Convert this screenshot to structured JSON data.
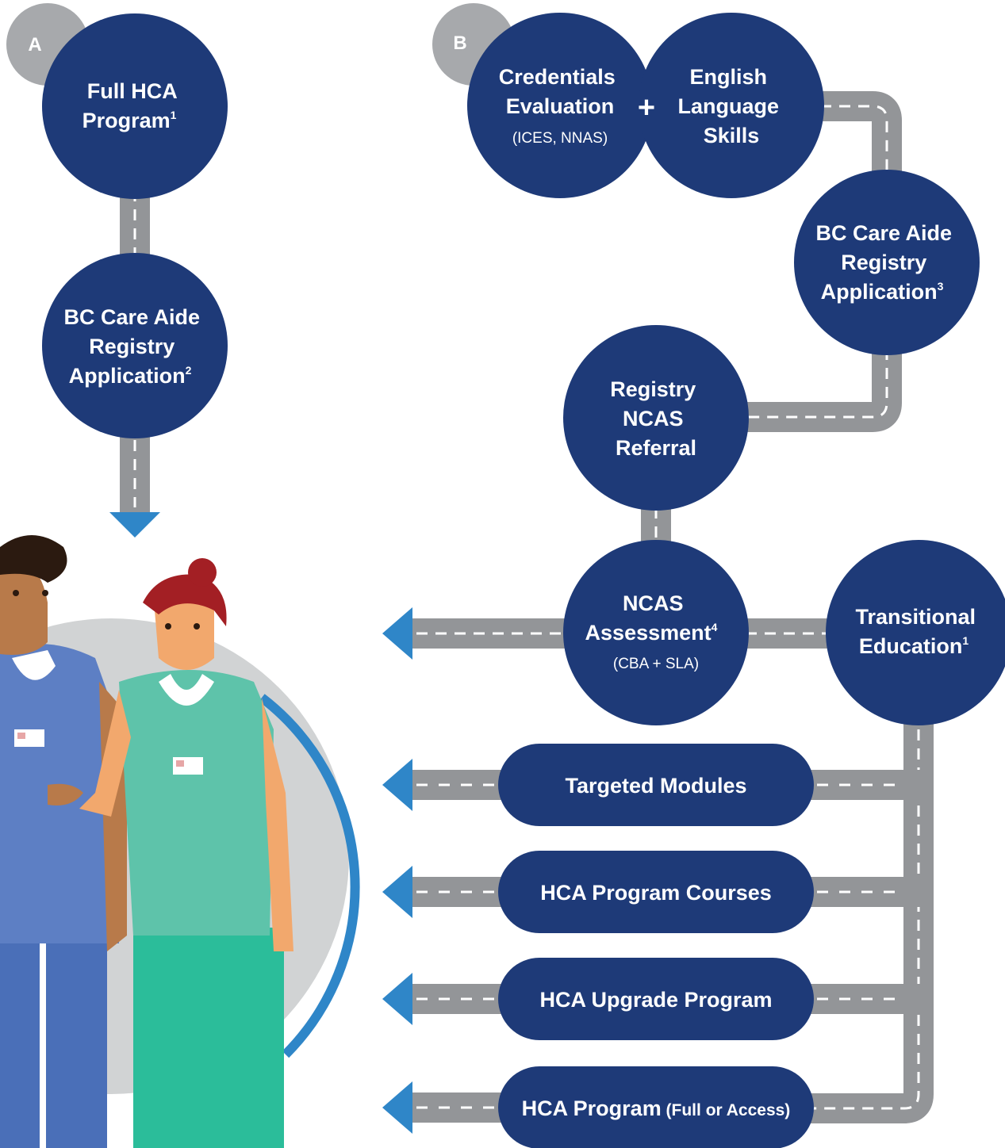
{
  "colors": {
    "navy": "#1e3a78",
    "road": "#939598",
    "arrow": "#2f86c8",
    "badge": "#a7a9ac",
    "white": "#ffffff"
  },
  "pathway_a": {
    "badge": "A",
    "full_hca": {
      "line1": "Full HCA",
      "line2": "Program",
      "sup": "1"
    },
    "registry": {
      "line1": "BC Care Aide",
      "line2": "Registry",
      "line3": "Application",
      "sup": "2"
    }
  },
  "pathway_b": {
    "badge": "B",
    "credentials": {
      "line1": "Credentials",
      "line2": "Evaluation",
      "sub": "(ICES, NNAS)"
    },
    "plus": "+",
    "english": {
      "line1": "English",
      "line2": "Language",
      "line3": "Skills"
    },
    "registry": {
      "line1": "BC Care Aide",
      "line2": "Registry",
      "line3": "Application",
      "sup": "3"
    },
    "referral": {
      "line1": "Registry",
      "line2": "NCAS",
      "line3": "Referral"
    },
    "ncas": {
      "line1": "NCAS",
      "line2": "Assessment",
      "sup": "4",
      "sub": "(CBA + SLA)"
    },
    "transitional": {
      "line1": "Transitional",
      "line2": "Education",
      "sup": "1"
    },
    "options": [
      {
        "label": "Targeted Modules",
        "note": ""
      },
      {
        "label": "HCA Program Courses",
        "note": ""
      },
      {
        "label": "HCA Upgrade Program",
        "note": ""
      },
      {
        "label": "HCA Program",
        "note": "(Full or Access)"
      }
    ]
  }
}
